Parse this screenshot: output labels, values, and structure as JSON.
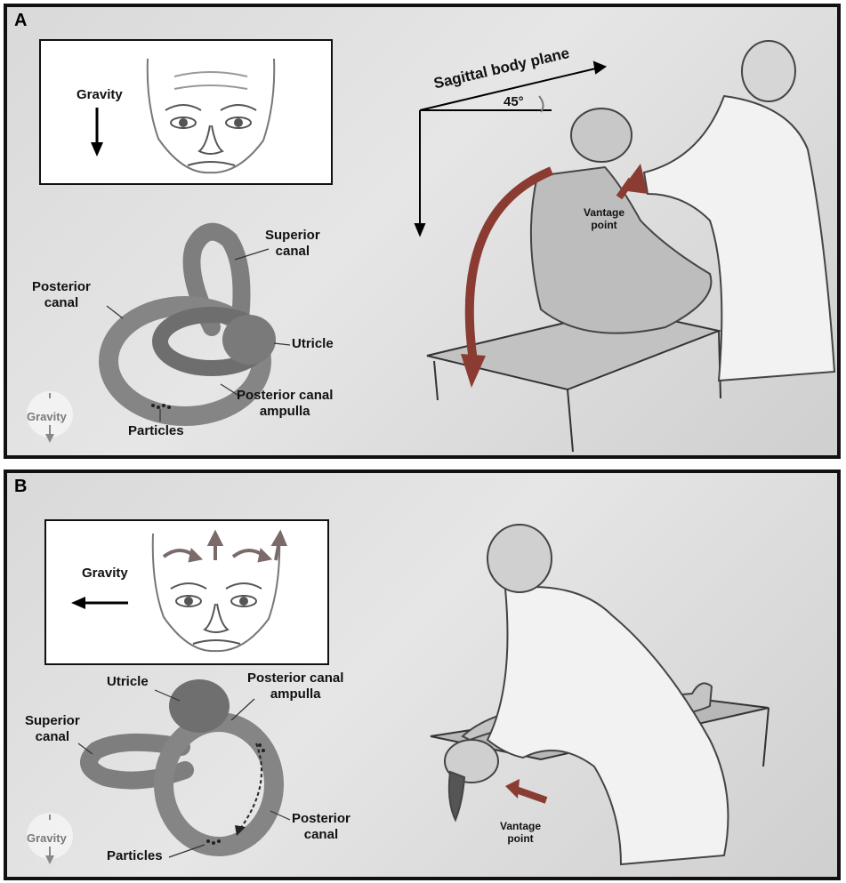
{
  "panel_a": {
    "label": "A",
    "inset": {
      "gravity": "Gravity"
    },
    "labyrinth": {
      "superior_canal": [
        "Superior",
        "canal"
      ],
      "posterior_canal": [
        "Posterior",
        "canal"
      ],
      "utricle": "Utricle",
      "ampulla": [
        "Posterior canal",
        "ampulla"
      ],
      "particles": "Particles",
      "gravity": "Gravity"
    },
    "scene": {
      "plane": "Sagittal body plane",
      "angle": "45°",
      "vantage": [
        "Vantage",
        "point"
      ]
    }
  },
  "panel_b": {
    "label": "B",
    "inset": {
      "gravity": "Gravity"
    },
    "labyrinth": {
      "utricle": "Utricle",
      "ampulla": [
        "Posterior canal",
        "ampulla"
      ],
      "superior_canal": [
        "Superior",
        "canal"
      ],
      "posterior_canal": [
        "Posterior",
        "canal"
      ],
      "particles": "Particles",
      "gravity": "Gravity"
    },
    "scene": {
      "vantage": [
        "Vantage",
        "point"
      ]
    }
  },
  "colors": {
    "frame": "#111111",
    "arrow_red": "#8a3b32",
    "canal": "#8c8c8c"
  }
}
